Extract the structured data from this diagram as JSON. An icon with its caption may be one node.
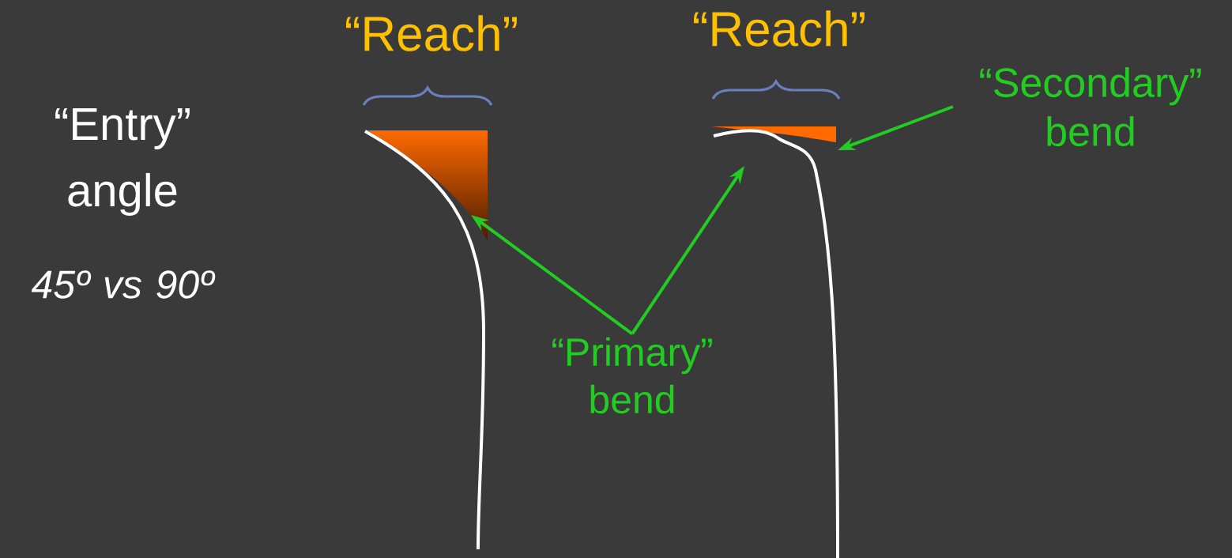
{
  "diagram": {
    "nodes": [
      {
        "text": [
          "“Secondary” bend"
        ]
      },
      {
        "text": [
          "“Primary” bend"
        ]
      }
    ],
    "edges": [
      {
        "from": 1,
        "to": null,
        "arrow": "to"
      },
      {
        "from": 1,
        "to": null,
        "arrow": "to"
      },
      {
        "from": 0,
        "to": null,
        "arrow": "to"
      }
    ],
    "labels": [
      "“Reach”",
      "“Reach”",
      "“Entry” angle",
      "45º vs 90º"
    ]
  }
}
